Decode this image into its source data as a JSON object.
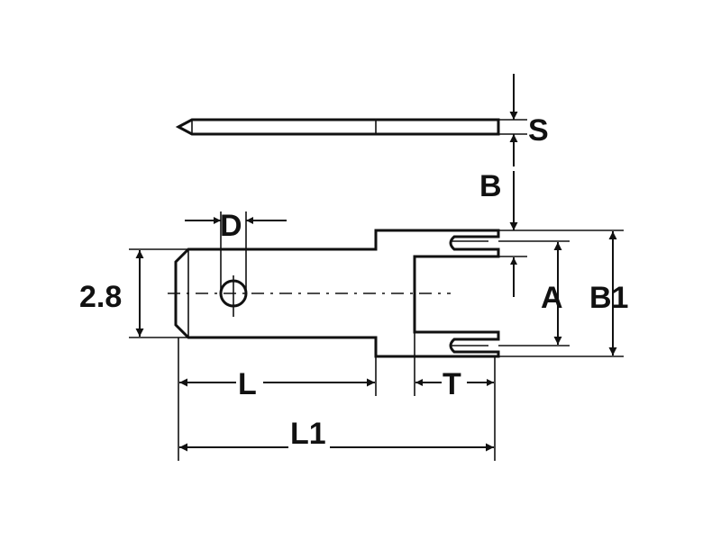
{
  "labels": {
    "s": "S",
    "b": "B",
    "d": "D",
    "width": "2.8",
    "a": "A",
    "b1": "B1",
    "l": "L",
    "t": "T",
    "l1": "L1"
  },
  "colors": {
    "ink": "#111111",
    "background": "#ffffff"
  }
}
